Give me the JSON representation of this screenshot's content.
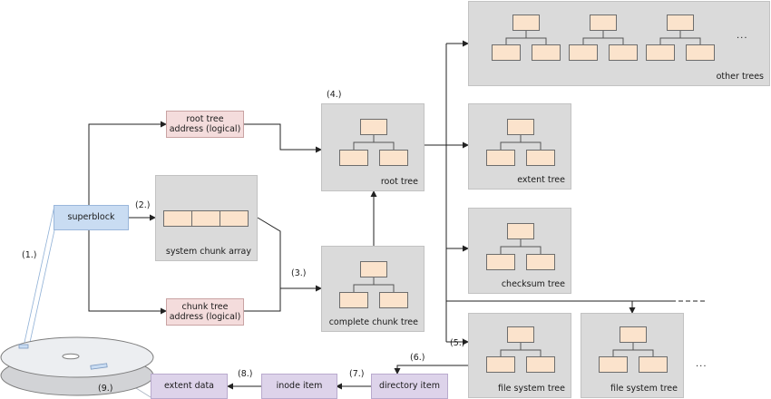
{
  "diagram": {
    "steps": {
      "s1": "(1.)",
      "s2": "(2.)",
      "s3": "(3.)",
      "s4": "(4.)",
      "s5": "(5.)",
      "s6": "(6.)",
      "s7": "(7.)",
      "s8": "(8.)",
      "s9": "(9.)"
    },
    "superblock": "superblock",
    "root_tree_address": {
      "line1": "root tree",
      "line2": "address (logical)"
    },
    "chunk_tree_address": {
      "line1": "chunk tree",
      "line2": "address (logical)"
    },
    "system_chunk_array": "system chunk array",
    "root_tree": "root tree",
    "complete_chunk_tree": "complete chunk tree",
    "other_trees": "other trees",
    "extent_tree": "extent tree",
    "checksum_tree": "checksum tree",
    "file_system_tree_1": "file system tree",
    "file_system_tree_2": "file system tree",
    "directory_item": "directory item",
    "inode_item": "inode item",
    "extent_data": "extent data",
    "ellipsis_other": "...",
    "ellipsis_fs": "...",
    "colors": {
      "superblock": "#c9dcf2",
      "address": "#f4dcdc",
      "item": "#ddd3ea",
      "panel": "#dadada",
      "node": "#fbe3cc"
    }
  }
}
